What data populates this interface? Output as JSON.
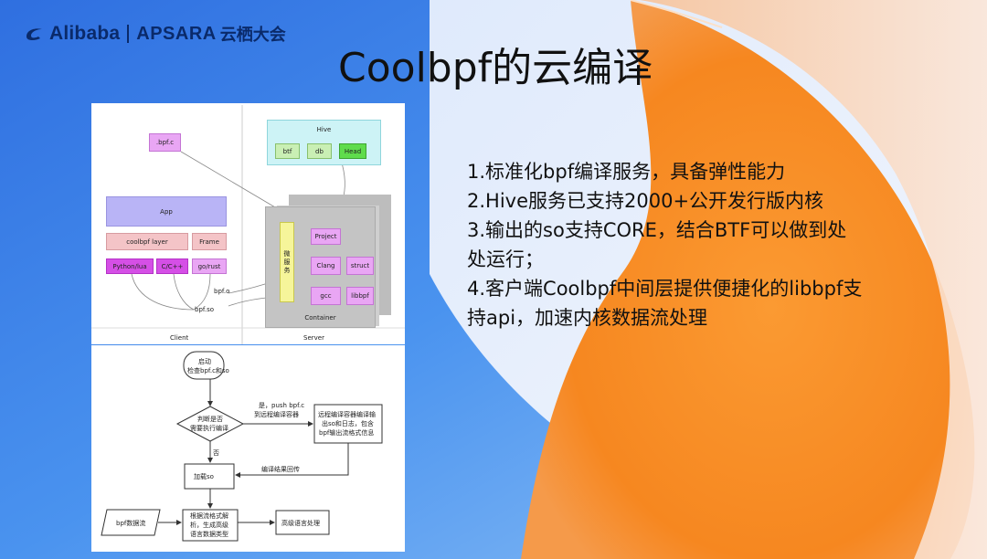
{
  "logo": {
    "alibaba": "Alibaba",
    "apsara": "APSARA",
    "conference": "云栖大会"
  },
  "title": "Coolbpf的云编译",
  "bullets": [
    "1.标准化bpf编译服务，具备弹性能力",
    "2.Hive服务已支持2000+公开发行版内核",
    "3.输出的so支持CORE，结合BTF可以做到处",
    "处运行；",
    "4.客户端Coolbpf中间层提供便捷化的libbpf支",
    "持api，加速内核数据流处理"
  ],
  "arch": {
    "bpf_c": ".bpf.c",
    "hive": "Hive",
    "btf": "btf",
    "db": "db",
    "head": "Head",
    "app": "App",
    "coolbpf_layer": "coolbpf layer",
    "frame": "Frame",
    "python_lua": "Python/lua",
    "c_cpp": "C/C++",
    "go_rust": "go/rust",
    "micro_service": "微服务",
    "project": "Project",
    "clang": "Clang",
    "struct": "struct",
    "gcc": "gcc",
    "libbpf": "libbpf",
    "container": "Container",
    "bpf_o": "bpf.o",
    "bpf_so": "bpf.so",
    "client": "Client",
    "server": "Server"
  },
  "flow": {
    "start_line1": "启动",
    "start_line2": "检查bpf.c和so",
    "decision_line1": "判断是否",
    "decision_line2": "需要执行编译",
    "yes_line1": "是，push bpf.c",
    "yes_line2": "到远程编译容器",
    "remote_line1": "远程编译容器编译输",
    "remote_line2": "出so和日志，包含",
    "remote_line3": "bpf输出流格式信息",
    "no": "否",
    "load_so": "加载so",
    "result_return": "编译结果回传",
    "bpf_stream": "bpf数据流",
    "parse_line1": "根据流格式解",
    "parse_line2": "析，生成高级",
    "parse_line3": "语言数据类型",
    "high_level": "高级语言处理"
  },
  "colors": {
    "bg_blue": "#3f86e8",
    "orange": "#f98d25",
    "peach": "#f8d9c4",
    "purple_box": "#e9a6f4",
    "magenta_box": "#d54fe6",
    "green_box": "#c9efb4",
    "hive_bg": "#cdf3f6",
    "app_box": "#b9b4f6",
    "layer_box": "#f4c4c7",
    "micro_service": "#f6f59a",
    "container_bg": "#c4c4c4"
  }
}
